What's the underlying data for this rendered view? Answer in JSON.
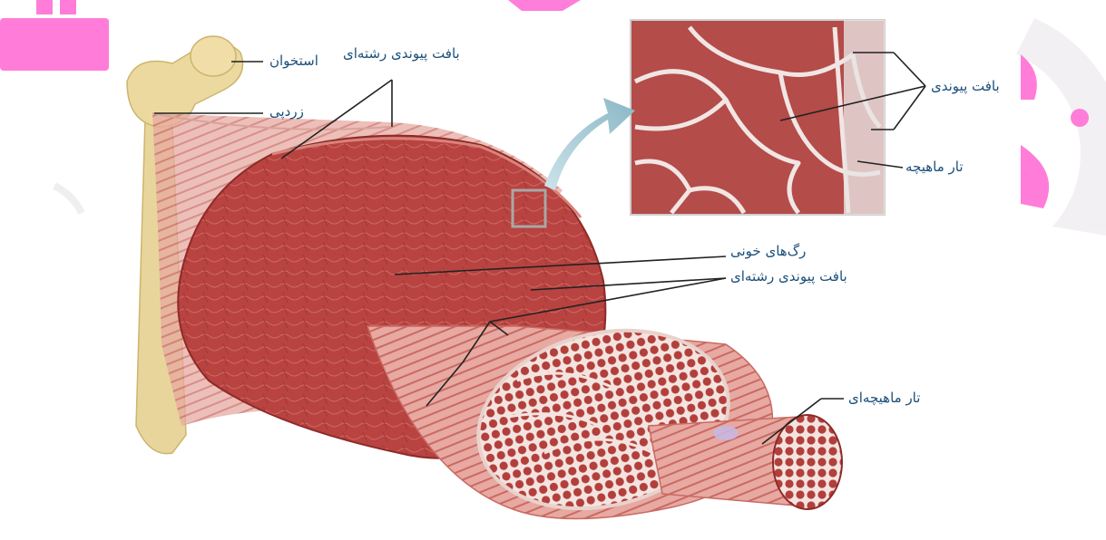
{
  "diagram": {
    "labels": {
      "bone": "استخوان",
      "tendon": "زردپی",
      "fibrous_connective_top": "بافت پیوندی رشته‌ای",
      "connective_micro": "بافت پیوندی",
      "muscle_fiber_micro": "تار ماهیچه",
      "blood_vessels": "رگ‌های خونی",
      "fibrous_connective_mid": "بافت پیوندی رشته‌ای",
      "muscle_fiber": "تار ماهیچه‌ای"
    },
    "colors": {
      "label_text": "#1b4f7a",
      "leader_line": "#222222",
      "muscle": "#b8443f",
      "muscle_dark": "#8e2a28",
      "connective": "#f3e2dc",
      "bone": "#e9d79f",
      "watermark": "#ff77d8"
    }
  }
}
